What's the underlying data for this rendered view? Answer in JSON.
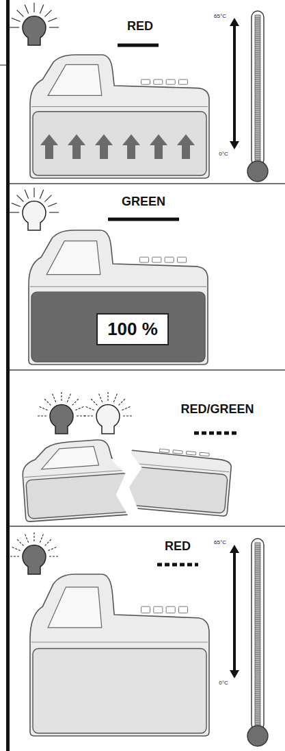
{
  "diagram": {
    "nodes": [
      {
        "text": [
          "RED"
        ]
      },
      {
        "text": [
          "GREEN"
        ]
      },
      {
        "text": [
          "100 %"
        ],
        "in": 1
      },
      {
        "text": [
          "RED/GREEN"
        ]
      },
      {
        "text": [
          "RED"
        ]
      }
    ],
    "labels": [
      "65°C",
      "0°C",
      "65°C",
      "0°C"
    ]
  }
}
